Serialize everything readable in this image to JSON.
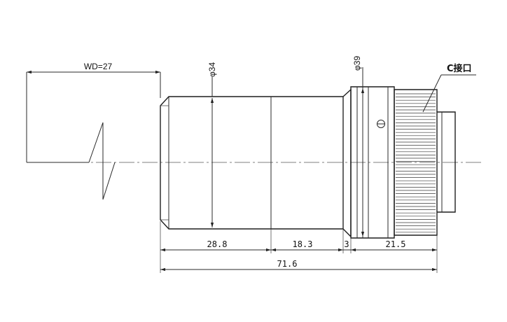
{
  "working_distance": {
    "label": "WD=27"
  },
  "diameters": {
    "body": "φ34",
    "mount": "φ39"
  },
  "mount_label": "C接口",
  "dimensions": {
    "segment_1": "28.8",
    "segment_2": "18.3",
    "segment_3": "3",
    "segment_4": "21.5",
    "total": "71.6"
  }
}
